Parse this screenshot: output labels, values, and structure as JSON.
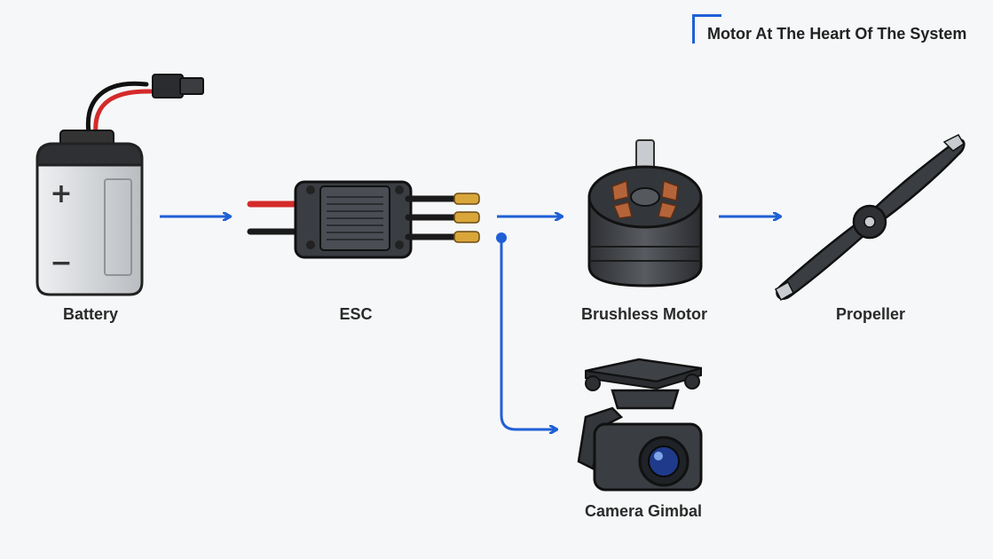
{
  "title": "Motor At The Heart Of The System",
  "components": [
    {
      "id": "battery",
      "label": "Battery",
      "icon": "battery-icon"
    },
    {
      "id": "esc",
      "label": "ESC",
      "icon": "esc-icon"
    },
    {
      "id": "motor",
      "label": "Brushless Motor",
      "icon": "brushless-motor-icon"
    },
    {
      "id": "propeller",
      "label": "Propeller",
      "icon": "propeller-icon"
    },
    {
      "id": "gimbal",
      "label": "Camera Gimbal",
      "icon": "camera-gimbal-icon"
    }
  ],
  "battery_symbols": {
    "plus": "+",
    "minus": "−"
  },
  "colors": {
    "arrow": "#1f5fd6",
    "body_dark": "#3a3d42",
    "wire_red": "#d42a2a",
    "copper": "#b5643a",
    "gold": "#d9a63a"
  }
}
